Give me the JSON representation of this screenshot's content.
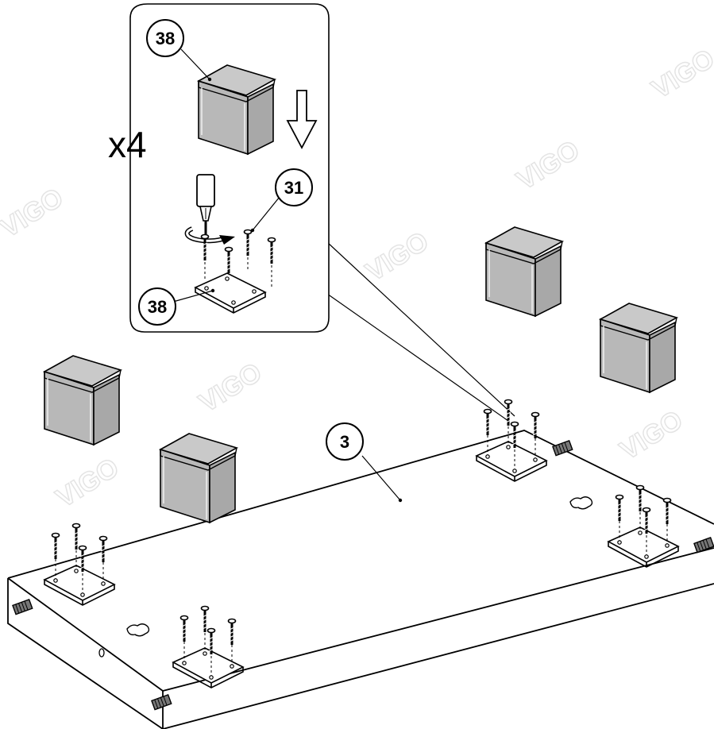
{
  "diagram": {
    "multiplier": "x4",
    "watermark": "VIGO",
    "callouts": {
      "leg_top": "38",
      "screw": "31",
      "leg_plate": "38",
      "panel": "3"
    }
  },
  "colors": {
    "leg_fill": "#b8b8b8",
    "leg_top_fill": "#c9c9c9",
    "line": "#000000",
    "watermark": "#e4e4e4"
  }
}
